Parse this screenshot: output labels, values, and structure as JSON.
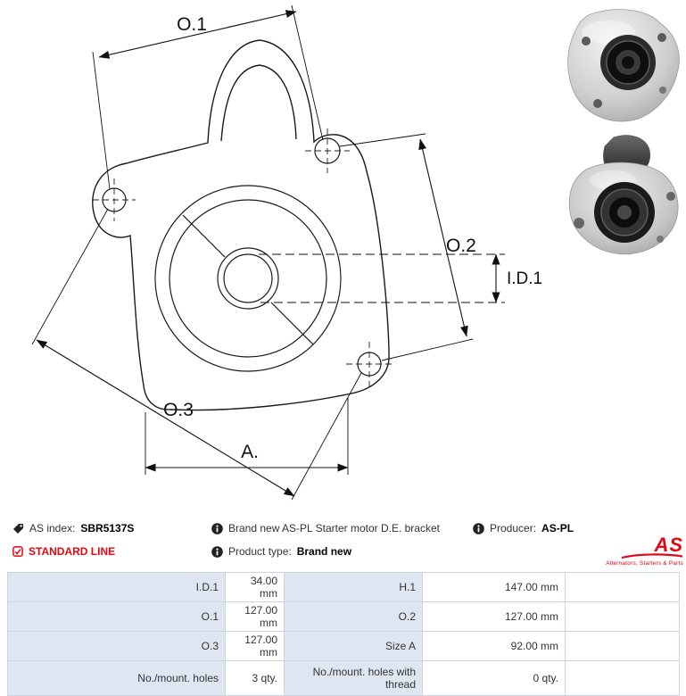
{
  "colors": {
    "accent_red": "#e30613",
    "table_label_bg": "#dde6f1",
    "line": "#1a1a1a"
  },
  "drawing": {
    "labels": {
      "o1": "O.1",
      "o2": "O.2",
      "id1": "I.D.1",
      "o3": "O.3",
      "a": "A."
    }
  },
  "info": {
    "as_index": {
      "label": "AS index:",
      "value": "SBR5137S"
    },
    "description": "Brand new AS-PL Starter motor D.E. bracket",
    "producer": {
      "label": "Producer:",
      "value": "AS-PL"
    },
    "standard_line": "STANDARD LINE",
    "product_type": {
      "label": "Product type:",
      "value": "Brand new"
    },
    "logo": {
      "text": "AS",
      "tagline": "Alternators, Starters & Parts"
    }
  },
  "table": {
    "rows": [
      {
        "l1": "I.D.1",
        "v1": "34.00 mm",
        "l2": "H.1",
        "v2": "147.00 mm"
      },
      {
        "l1": "O.1",
        "v1": "127.00 mm",
        "l2": "O.2",
        "v2": "127.00 mm"
      },
      {
        "l1": "O.3",
        "v1": "127.00 mm",
        "l2": "Size A",
        "v2": "92.00 mm"
      },
      {
        "l1": "No./mount. holes",
        "v1": "3 qty.",
        "l2": "No./mount. holes with thread",
        "v2": "0 qty."
      }
    ]
  }
}
